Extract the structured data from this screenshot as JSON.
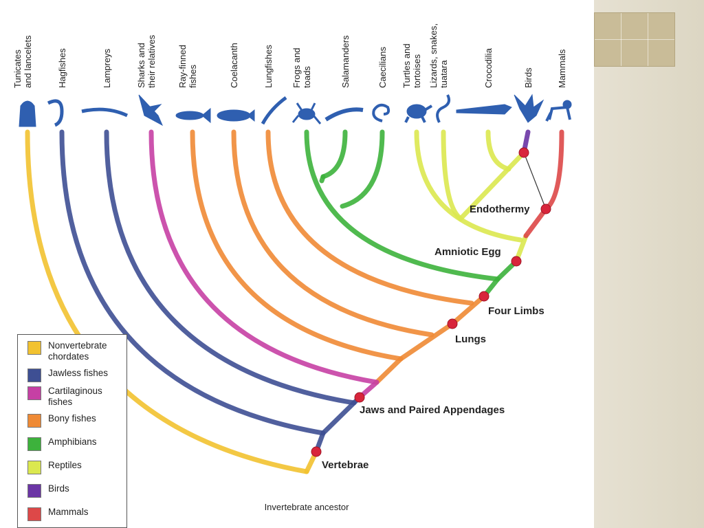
{
  "taxa": [
    {
      "label": "Tunicates and lancelets",
      "lines": [
        "Tunicates",
        "and lancelets"
      ],
      "color": "#f2c230",
      "icon": "tunicate-icon"
    },
    {
      "label": "Hagfishes",
      "lines": [
        "Hagfishes"
      ],
      "color": "#3e4f93",
      "icon": "hagfish-icon"
    },
    {
      "label": "Lampreys",
      "lines": [
        "Lampreys"
      ],
      "color": "#3e4f93",
      "icon": "lamprey-icon"
    },
    {
      "label": "Sharks and their relatives",
      "lines": [
        "Sharks and",
        "their relatives"
      ],
      "color": "#c640a4",
      "icon": "shark-icon"
    },
    {
      "label": "Ray-finned fishes",
      "lines": [
        "Ray-finned",
        "fishes"
      ],
      "color": "#ef8a35",
      "icon": "ray-finned-fish-icon"
    },
    {
      "label": "Coelacanth",
      "lines": [
        "Coelacanth"
      ],
      "color": "#ef8a35",
      "icon": "coelacanth-icon"
    },
    {
      "label": "Lungfishes",
      "lines": [
        "Lungfishes"
      ],
      "color": "#ef8a35",
      "icon": "lungfish-icon"
    },
    {
      "label": "Frogs and toads",
      "lines": [
        "Frogs and",
        "toads"
      ],
      "color": "#3db23c",
      "icon": "frog-icon"
    },
    {
      "label": "Salamanders",
      "lines": [
        "Salamanders"
      ],
      "color": "#3db23c",
      "icon": "salamander-icon"
    },
    {
      "label": "Caecilians",
      "lines": [
        "Caecilians"
      ],
      "color": "#3db23c",
      "icon": "caecilian-icon"
    },
    {
      "label": "Turtles and tortoises",
      "lines": [
        "Turtles and",
        "tortoises"
      ],
      "color": "#dbe84f",
      "icon": "turtle-icon"
    },
    {
      "label": "Lizards, snakes, tuatara",
      "lines": [
        "Lizards, snakes,",
        "tuatara"
      ],
      "color": "#dbe84f",
      "icon": "lizard-icon"
    },
    {
      "label": "Crocodilia",
      "lines": [
        "Crocodilia"
      ],
      "color": "#dbe84f",
      "icon": "crocodile-icon"
    },
    {
      "label": "Birds",
      "lines": [
        "Birds"
      ],
      "color": "#6b35a5",
      "icon": "bird-icon"
    },
    {
      "label": "Mammals",
      "lines": [
        "Mammals"
      ],
      "color": "#dd4848",
      "icon": "monkey-icon"
    }
  ],
  "nodes": [
    {
      "label": "Endothermy"
    },
    {
      "label": "Amniotic Egg"
    },
    {
      "label": "Four Limbs"
    },
    {
      "label": "Lungs"
    },
    {
      "label": "Jaws and Paired Appendages"
    },
    {
      "label": "Vertebrae"
    }
  ],
  "root_label": "Invertebrate ancestor",
  "legend": [
    {
      "label": "Nonvertebrate chordates",
      "lines": [
        "Nonvertebrate",
        "chordates"
      ],
      "color": "#f2c230"
    },
    {
      "label": "Jawless fishes",
      "lines": [
        "Jawless fishes"
      ],
      "color": "#3e4f93"
    },
    {
      "label": "Cartilaginous fishes",
      "lines": [
        "Cartilaginous",
        "fishes"
      ],
      "color": "#c640a4"
    },
    {
      "label": "Bony fishes",
      "lines": [
        "Bony fishes"
      ],
      "color": "#ef8a35"
    },
    {
      "label": "Amphibians",
      "lines": [
        "Amphibians"
      ],
      "color": "#3db23c"
    },
    {
      "label": "Reptiles",
      "lines": [
        "Reptiles"
      ],
      "color": "#dbe84f"
    },
    {
      "label": "Birds",
      "lines": [
        "Birds"
      ],
      "color": "#6b35a5"
    },
    {
      "label": "Mammals",
      "lines": [
        "Mammals"
      ],
      "color": "#dd4848"
    }
  ],
  "node_marker_color": "#d8253b",
  "icon_color": "#2f5fb0"
}
